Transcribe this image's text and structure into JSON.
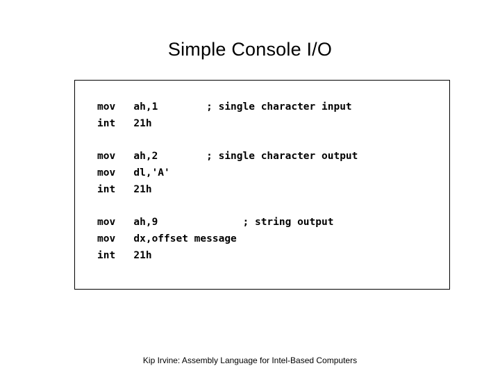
{
  "slide": {
    "title": "Simple Console I/O",
    "footer": "Kip Irvine: Assembly Language for Intel-Based Computers",
    "code_blocks": [
      {
        "id": "single-character-input",
        "lines": [
          "mov   ah,1        ; single character input",
          "int   21h"
        ]
      },
      {
        "id": "single-character-output",
        "lines": [
          "mov   ah,2        ; single character output",
          "mov   dl,'A'",
          "int   21h"
        ]
      },
      {
        "id": "string-output",
        "lines": [
          "mov   ah,9              ; string output",
          "mov   dx,offset message",
          "int   21h"
        ]
      }
    ]
  }
}
